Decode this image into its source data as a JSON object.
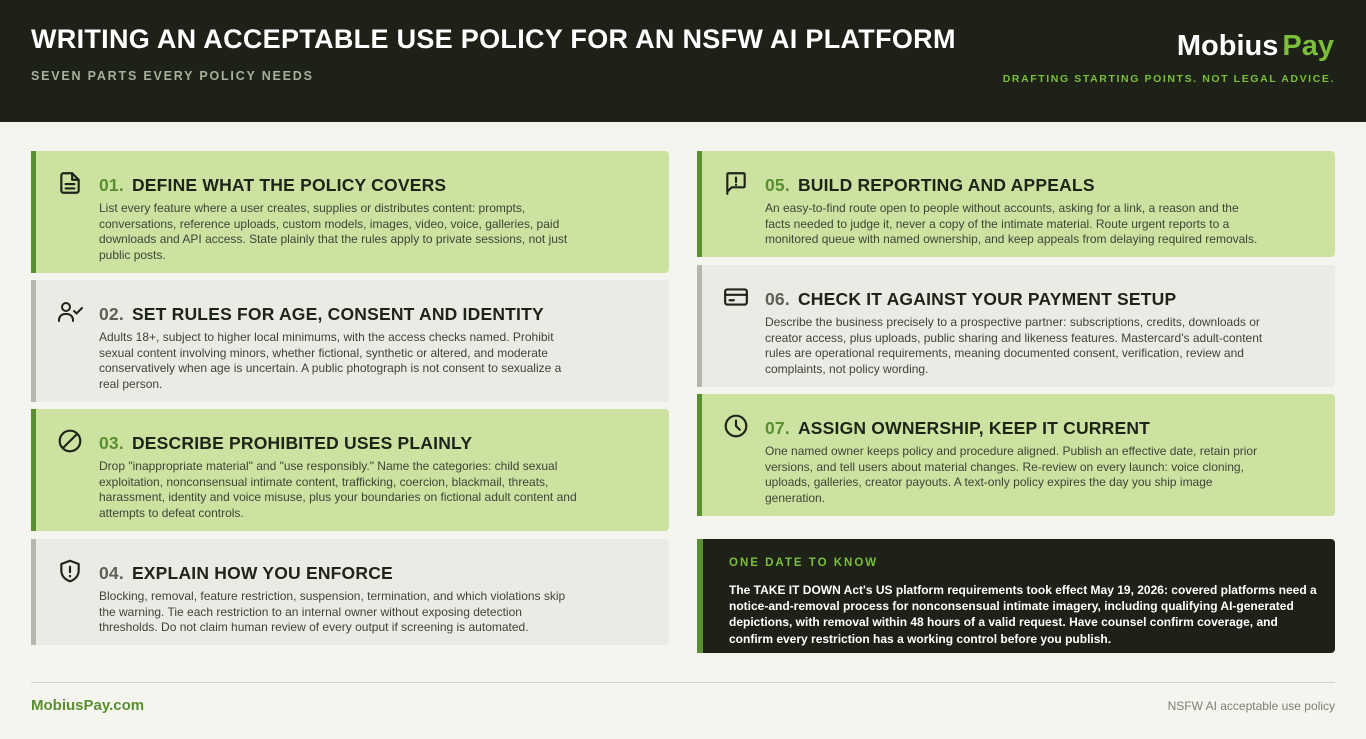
{
  "header": {
    "title": "WRITING AN ACCEPTABLE USE POLICY FOR AN NSFW AI PLATFORM",
    "subtitle": "SEVEN PARTS EVERY POLICY NEEDS",
    "brand_part1": "Mobius",
    "brand_part2": "Pay",
    "disclaimer": "DRAFTING STARTING POINTS. NOT LEGAL ADVICE."
  },
  "sections": [
    {
      "number": "01.",
      "title": "DEFINE WHAT THE POLICY COVERS",
      "icon": "document-icon",
      "body": "List every feature where a user creates, supplies or distributes content: prompts, conversations, reference uploads, custom models, images, video, voice, galleries, paid downloads and API access. State plainly that the rules apply to private sessions, not just public posts."
    },
    {
      "number": "02.",
      "title": "SET RULES FOR AGE, CONSENT AND IDENTITY",
      "icon": "user-check-icon",
      "body": "Adults 18+, subject to higher local minimums, with the access checks named. Prohibit sexual content involving minors, whether fictional, synthetic or altered, and moderate conservatively when age is uncertain. A public photograph is not consent to sexualize a real person."
    },
    {
      "number": "03.",
      "title": "DESCRIBE PROHIBITED USES PLAINLY",
      "icon": "prohibited-icon",
      "body": "Drop \"inappropriate material\" and \"use responsibly.\" Name the categories: child sexual exploitation, nonconsensual intimate content, trafficking, coercion, blackmail, threats, harassment, identity and voice misuse, plus your boundaries on fictional adult content and attempts to defeat controls."
    },
    {
      "number": "04.",
      "title": "EXPLAIN HOW YOU ENFORCE",
      "icon": "shield-alert-icon",
      "body": "Blocking, removal, feature restriction, suspension, termination, and which violations skip the warning. Tie each restriction to an internal owner without exposing detection thresholds. Do not claim human review of every output if screening is automated."
    },
    {
      "number": "05.",
      "title": "BUILD REPORTING AND APPEALS",
      "icon": "flag-report-icon",
      "body": "An easy-to-find route open to people without accounts, asking for a link, a reason and the facts needed to judge it, never a copy of the intimate material. Route urgent reports to a monitored queue with named ownership, and keep appeals from delaying required removals."
    },
    {
      "number": "06.",
      "title": "CHECK IT AGAINST YOUR PAYMENT SETUP",
      "icon": "credit-card-icon",
      "body": "Describe the business precisely to a prospective partner: subscriptions, credits, downloads or creator access, plus uploads, public sharing and likeness features. Mastercard's adult-content rules are operational requirements, meaning documented consent, verification, review and complaints, not policy wording."
    },
    {
      "number": "07.",
      "title": "ASSIGN OWNERSHIP, KEEP IT CURRENT",
      "icon": "clock-icon",
      "body": "One named owner keeps policy and procedure aligned. Publish an effective date, retain prior versions, and tell users about material changes. Re-review on every launch: voice cloning, uploads, galleries, creator payouts. A text-only policy expires the day you ship image generation."
    }
  ],
  "callout": {
    "kicker": "ONE DATE TO KNOW",
    "text": "The TAKE IT DOWN Act's US platform requirements took effect May 19, 2026: covered platforms need a notice-and-removal process for nonconsensual intimate imagery, including qualifying AI-generated depictions, with removal within 48 hours of a valid request. Have counsel confirm coverage, and confirm every restriction has a working control before you publish."
  },
  "footer": {
    "site": "MobiusPay.com",
    "caption": "NSFW AI acceptable use policy"
  },
  "colors": {
    "header_bg": "#1d2118",
    "accent_green": "#7cbd3c",
    "card_green": "#cce2a0",
    "card_gray": "#ebebe6",
    "page_bg": "#f5f5f0"
  }
}
